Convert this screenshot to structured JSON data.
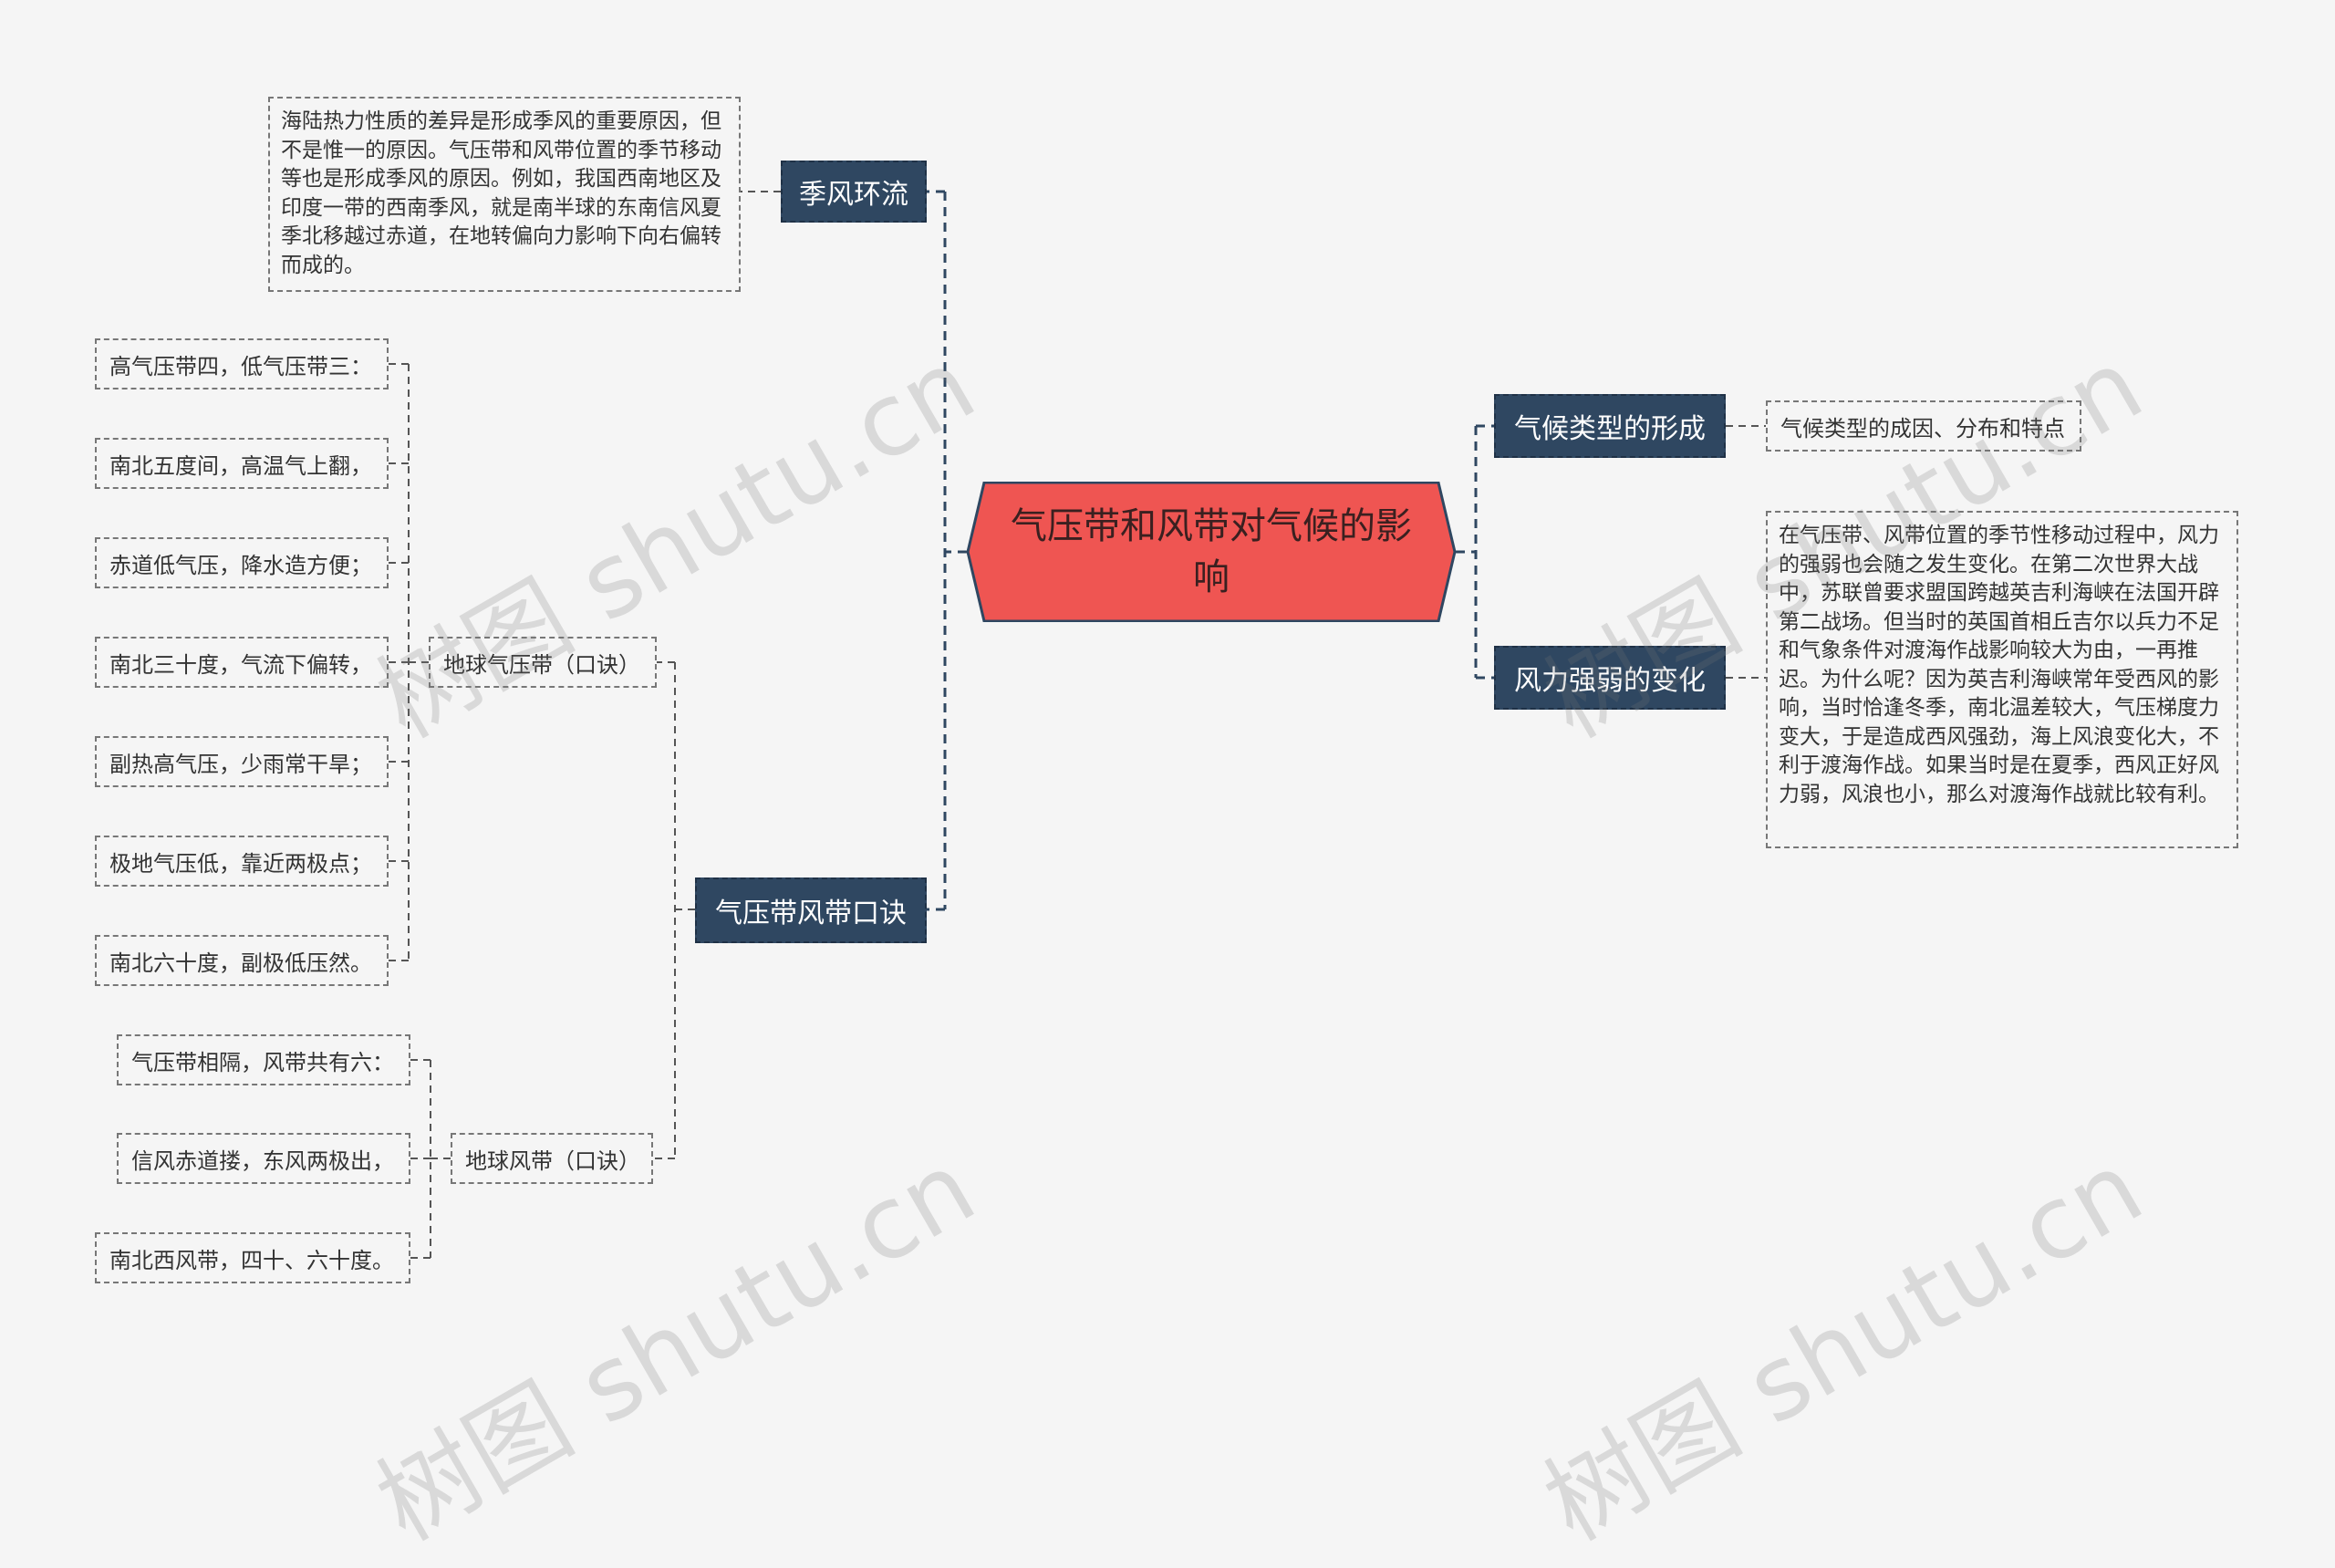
{
  "central": {
    "title": "气压带和风带对气候的影响"
  },
  "branches": {
    "monsoon": {
      "label": "季风环流",
      "detail": "海陆热力性质的差异是形成季风的重要原因，但不是惟一的原因。气压带和风带位置的季节移动等也是形成季风的原因。例如，我国西南地区及印度一带的西南季风，就是南半球的东南信风夏季北移越过赤道，在地转偏向力影响下向右偏转而成的。"
    },
    "mnemonic": {
      "label": "气压带风带口诀",
      "pressure": {
        "label": "地球气压带（口诀）",
        "lines": [
          "高气压带四，低气压带三：",
          "南北五度间，高温气上翻，",
          "赤道低气压，降水造方便；",
          "南北三十度，气流下偏转，",
          "副热高气压，少雨常干旱；",
          "极地气压低，靠近两极点；",
          "南北六十度，副极低压然。"
        ]
      },
      "wind": {
        "label": "地球风带（口诀）",
        "lines": [
          "气压带相隔，风带共有六：",
          "信风赤道搂，东风两极出，",
          "南北西风带，四十、六十度。"
        ]
      }
    },
    "climate": {
      "label": "气候类型的形成",
      "detail": "气候类型的成因、分布和特点"
    },
    "wind_strength": {
      "label": "风力强弱的变化",
      "detail": "在气压带、风带位置的季节性移动过程中，风力的强弱也会随之发生变化。在第二次世界大战中，苏联曾要求盟国跨越英吉利海峡在法国开辟第二战场。但当时的英国首相丘吉尔以兵力不足和气象条件对渡海作战影响较大为由，一再推迟。为什么呢？因为英吉利海峡常年受西风的影响，当时恰逢冬季，南北温差较大，气压梯度力变大，于是造成西风强劲，海上风浪变化大，不利于渡海作战。如果当时是在夏季，西风正好风力弱，风浪也小，那么对渡海作战就比较有利。"
    }
  },
  "watermark": "树图 shutu.cn",
  "colors": {
    "central": "#ef5552",
    "branch": "#2f4761",
    "background": "#f5f5f5",
    "line": "#2f4761"
  }
}
